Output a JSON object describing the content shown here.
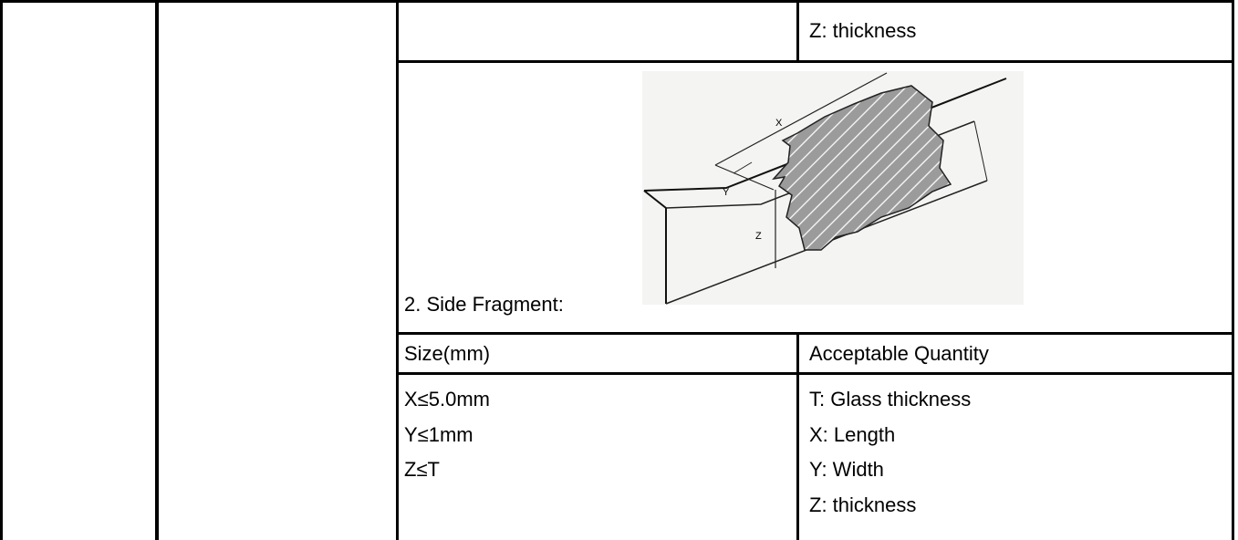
{
  "table": {
    "top_right_cell": "Z: thickness",
    "side_fragment": {
      "caption": "2. Side Fragment:",
      "figure_labels": {
        "x": "X",
        "y": "Y",
        "z": "Z"
      }
    },
    "header": {
      "size": "Size(mm)",
      "quantity": "Acceptable Quantity"
    },
    "size_lines": [
      "X≤5.0mm",
      "Y≤1mm",
      "Z≤T"
    ],
    "quantity_lines": [
      "T: Glass thickness",
      "X: Length",
      "Y: Width",
      "Z: thickness"
    ]
  }
}
